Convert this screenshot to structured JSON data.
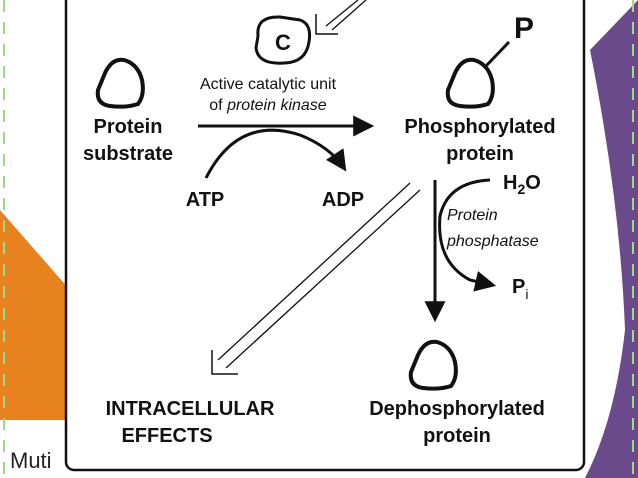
{
  "colors": {
    "orange": "#e8821e",
    "purple": "#6b4a8c",
    "dash_green": "#9bd98b",
    "ink": "#111111"
  },
  "icons": {
    "catalytic": "circle-c-icon",
    "protein": "protein-blob-icon"
  },
  "diagram": {
    "catalytic_letter": "C",
    "phosphate_letter": "P",
    "kinase_line1": "Active catalytic unit",
    "kinase_line2_prefix": "of ",
    "kinase_line2_italic": "protein kinase",
    "substrate_line1": "Protein",
    "substrate_line2": "substrate",
    "phospho_line1": "Phosphorylated",
    "phospho_line2": "protein",
    "atp": "ATP",
    "adp": "ADP",
    "water_h": "H",
    "water_sub": "2",
    "water_o": "O",
    "phosphatase_line1": "Protein",
    "phosphatase_line2": "phosphatase",
    "pi_main": "P",
    "pi_sub": "i",
    "effects_line1": "INTRACELLULAR",
    "effects_line2": "EFFECTS",
    "dephospho_line1": "Dephosphorylated",
    "dephospho_line2": "protein"
  },
  "slide": {
    "footer_partial": "Muti"
  }
}
